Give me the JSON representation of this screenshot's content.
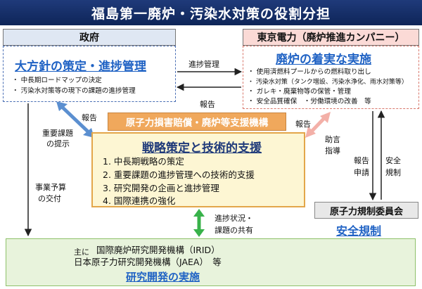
{
  "title": "福島第一廃炉・汚染水対策の役割分担",
  "government": {
    "header": "政府",
    "heading": "大方針の策定・進捗管理",
    "bullets": [
      "・ 中長期ロードマップの決定",
      "・ 汚染水対策等の現下の課題の進捗管理"
    ]
  },
  "tepco": {
    "header": "東京電力（廃炉推進カンパニー）",
    "heading": "廃炉の着実な実施",
    "bullets": [
      "・ 使用済燃料プールからの燃料取り出し",
      "・ 汚染水対策（タンク増設、汚染水浄化、雨水対策等）",
      "・ ガレキ・廃棄物等の保管・管理",
      "・ 安全品質確保　・労働環境の改善　等"
    ]
  },
  "arrows": {
    "progress_mgmt": "進捗管理",
    "report_top": "報告",
    "report_left": "報告",
    "report_right": "報告",
    "key_issues": [
      "重要課題",
      "の提示"
    ],
    "advice": [
      "助言",
      "指導"
    ],
    "report_apply": [
      "報告",
      "申請"
    ],
    "safety_reg": [
      "安全",
      "規制"
    ],
    "budget": [
      "事業予算",
      "の交付"
    ],
    "share": [
      "進捗状況・",
      "課題の共有"
    ]
  },
  "ndf": {
    "banner": "原子力損害賠償・廃炉等支援機構",
    "heading": "戦略策定と技術的支援",
    "items": [
      "1. 中長期戦略の策定",
      "2. 重要課題の進捗管理への技術的支援",
      "3. 研究開発の企画と進捗管理",
      "4. 国際連携の強化"
    ]
  },
  "nra": {
    "name": "原子力規制委員会",
    "heading": "安全規制"
  },
  "rd": {
    "prefix": "主に",
    "line1": "国際廃炉研究開発機構（IRID）",
    "line2": "日本原子力研究開発機構（JAEA）　等",
    "heading": "研究開発の実施"
  },
  "colors": {
    "title_bg": "#1f3a7a",
    "heading_blue": "#1f62c4",
    "banner_orange": "#f0a85c",
    "arrow_blue": "#5b8fd0",
    "arrow_pink": "#f3b0a8",
    "arrow_green": "#38b24a"
  }
}
